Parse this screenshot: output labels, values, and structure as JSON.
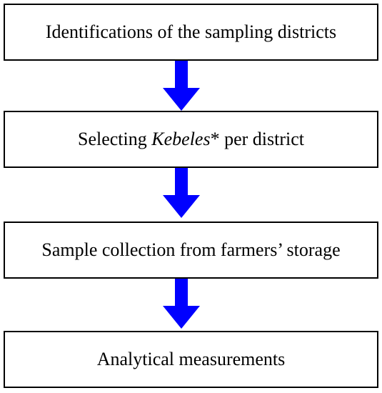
{
  "steps": [
    {
      "label": "Identifications of the sampling districts"
    },
    {
      "label_before": "Selecting ",
      "label_italic": "Kebeles",
      "label_after": "* per district"
    },
    {
      "label": "Sample collection from farmers’ storage"
    },
    {
      "label": "Analytical measurements"
    }
  ],
  "colors": {
    "arrow": "#0000ff",
    "box_border": "#000000",
    "text": "#000000"
  }
}
